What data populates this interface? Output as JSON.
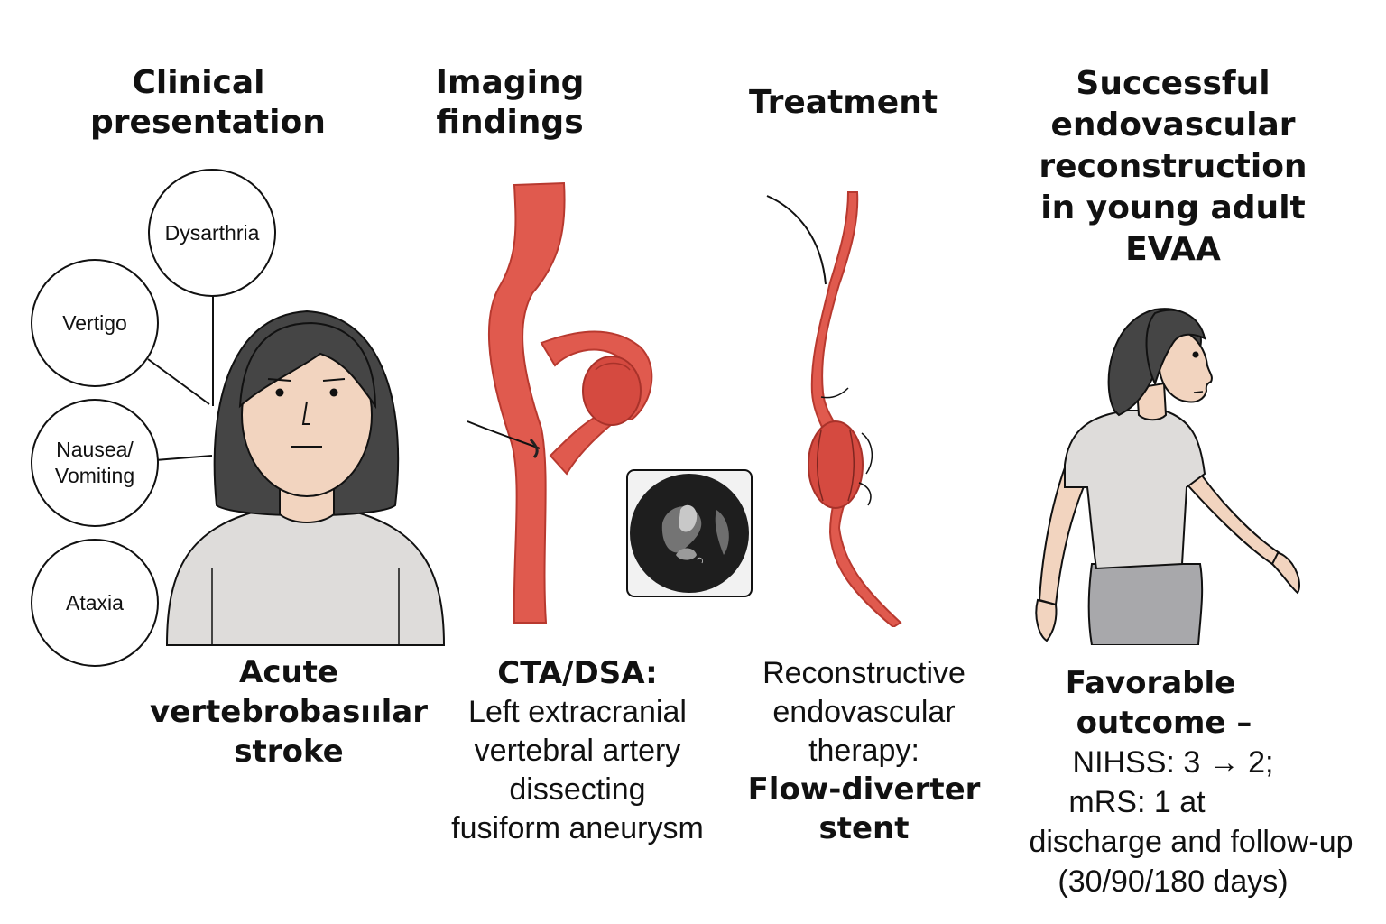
{
  "panels": [
    {
      "title": [
        "Clinical",
        "presentation"
      ],
      "caption_bold": [
        "Acute",
        "vertebrobasıılar",
        "stroke"
      ]
    },
    {
      "title": [
        "Imaging",
        "findings"
      ],
      "caption_lead": "CTA/DSA:",
      "caption_regular": [
        "Left extracranial",
        "vertebral artery",
        "dissecting",
        "fusiform aneurysm"
      ]
    },
    {
      "title": [
        "Treatment"
      ],
      "caption_regular": [
        "Reconstructive",
        "endovascular",
        "therapy:"
      ],
      "caption_bold": [
        "Flow-diverter",
        "stent"
      ]
    },
    {
      "title": [
        "Successful",
        "endovascular",
        "reconstruction",
        "in young adult",
        "EVAA"
      ],
      "caption_bold": [
        "Favorable",
        "outcome –"
      ],
      "caption_regular": [
        "NIHSS: 3 → 2;",
        "mRS: 1 at",
        "discharge and follow-up",
        "(30/90/180 days)"
      ]
    }
  ],
  "symptoms": [
    {
      "label": [
        "Dysarthria"
      ]
    },
    {
      "label": [
        "Vertigo"
      ]
    },
    {
      "label": [
        "Nausea/",
        "Vomiting"
      ]
    },
    {
      "label": [
        "Ataxia"
      ]
    }
  ],
  "colors": {
    "artery": "#e05a4e",
    "artery_dark": "#c8423a",
    "hair": "#454545",
    "skin": "#f2d4bf",
    "shirt": "#dedcda",
    "pants": "#a8a8ab",
    "outline": "#111111"
  }
}
